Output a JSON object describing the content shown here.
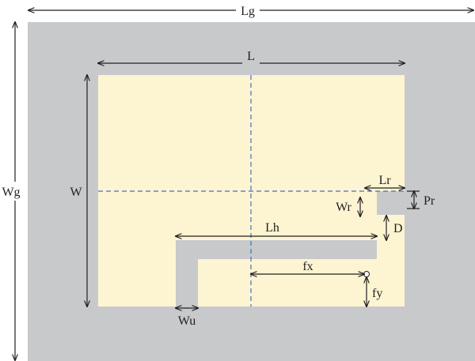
{
  "colors": {
    "ground": "#c8c9cb",
    "patch": "#fdf5d2",
    "dimension": "#231f20",
    "axis": "#4a6fb5",
    "background": "#ffffff"
  },
  "labels": {
    "Lg": "Lg",
    "L": "L",
    "Wg": "Wg",
    "W": "W",
    "Lr": "Lr",
    "Pr": "Pr",
    "Wr": "Wr",
    "D": "D",
    "Lh": "Lh",
    "fx": "fx",
    "fy": "fy",
    "Wu": "Wu"
  }
}
